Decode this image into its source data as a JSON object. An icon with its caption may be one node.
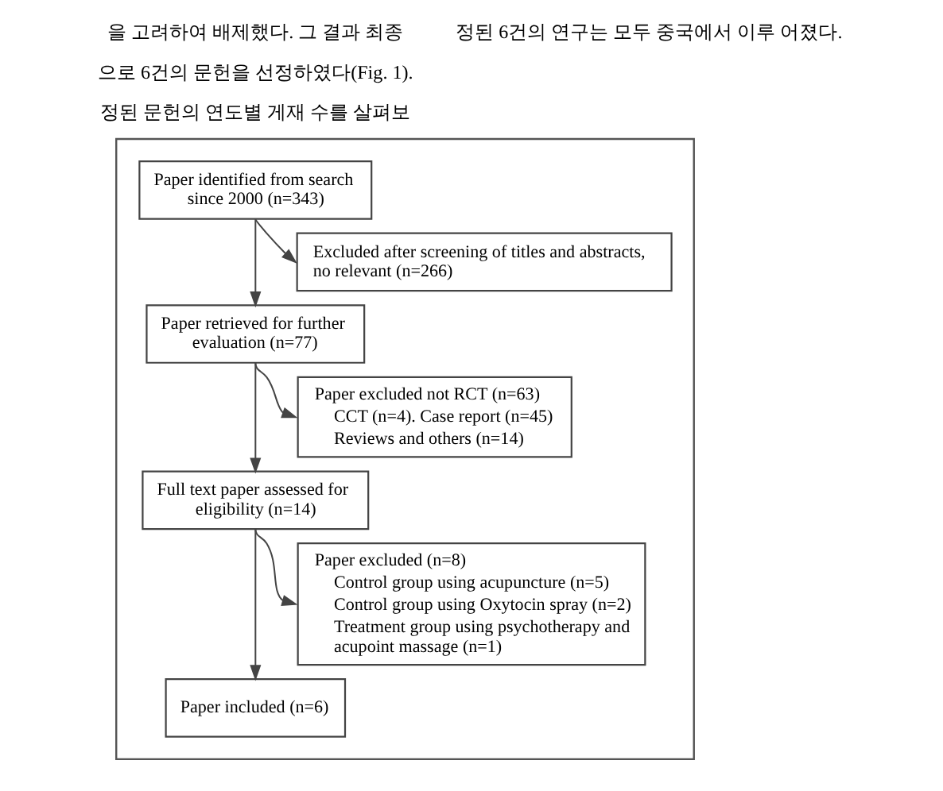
{
  "diagram": {
    "nodes": [
      {
        "text": [],
        "shape": "box"
      },
      {
        "text": [
          "Paper identified from search since 2000 (n=343)"
        ],
        "in": 0
      },
      {
        "text": [
          "Excluded after screening of titles and abstracts, no relevant (n=266)"
        ],
        "in": 0
      },
      {
        "text": [
          "Paper retrieved for further evaluation (n=77)"
        ],
        "in": 0
      },
      {
        "text": [
          "Paper excluded not RCT (n=63)",
          "CCT (n=4). Case report (n=45)",
          "Reviews and others (n=14)"
        ],
        "in": 0
      },
      {
        "text": [
          "Full text paper assessed for eligibility (n=14)"
        ],
        "in": 0
      },
      {
        "text": [
          "Paper excluded (n=8)",
          "Control group using acupuncture (n=5)",
          "Control group using Oxytocin spray (n=2)",
          "Treatment group using psychotherapy and acupoint massage (n=1)"
        ],
        "in": 0
      },
      {
        "text": [
          "Paper included (n=6)"
        ],
        "in": 0
      }
    ],
    "edges": [
      {
        "from": 1,
        "to": 3,
        "arrow": "to"
      },
      {
        "from": 1,
        "to": 2,
        "arrow": "to"
      },
      {
        "from": 3,
        "to": 5,
        "arrow": "to"
      },
      {
        "from": 3,
        "to": 4,
        "arrow": "to"
      },
      {
        "from": 5,
        "to": 7,
        "arrow": "to"
      },
      {
        "from": 5,
        "to": 6,
        "arrow": "to"
      }
    ],
    "labels": [
      "을 고려하여 배제했다. 그 결과 최종",
      "정된 6건의 연구는 모두 중국에서 이루 어졌다.",
      "으로 6건의 문헌을 선정하였다(Fig. 1).",
      "정된 문헌의 연도별 게재 수를 살펴보"
    ]
  }
}
